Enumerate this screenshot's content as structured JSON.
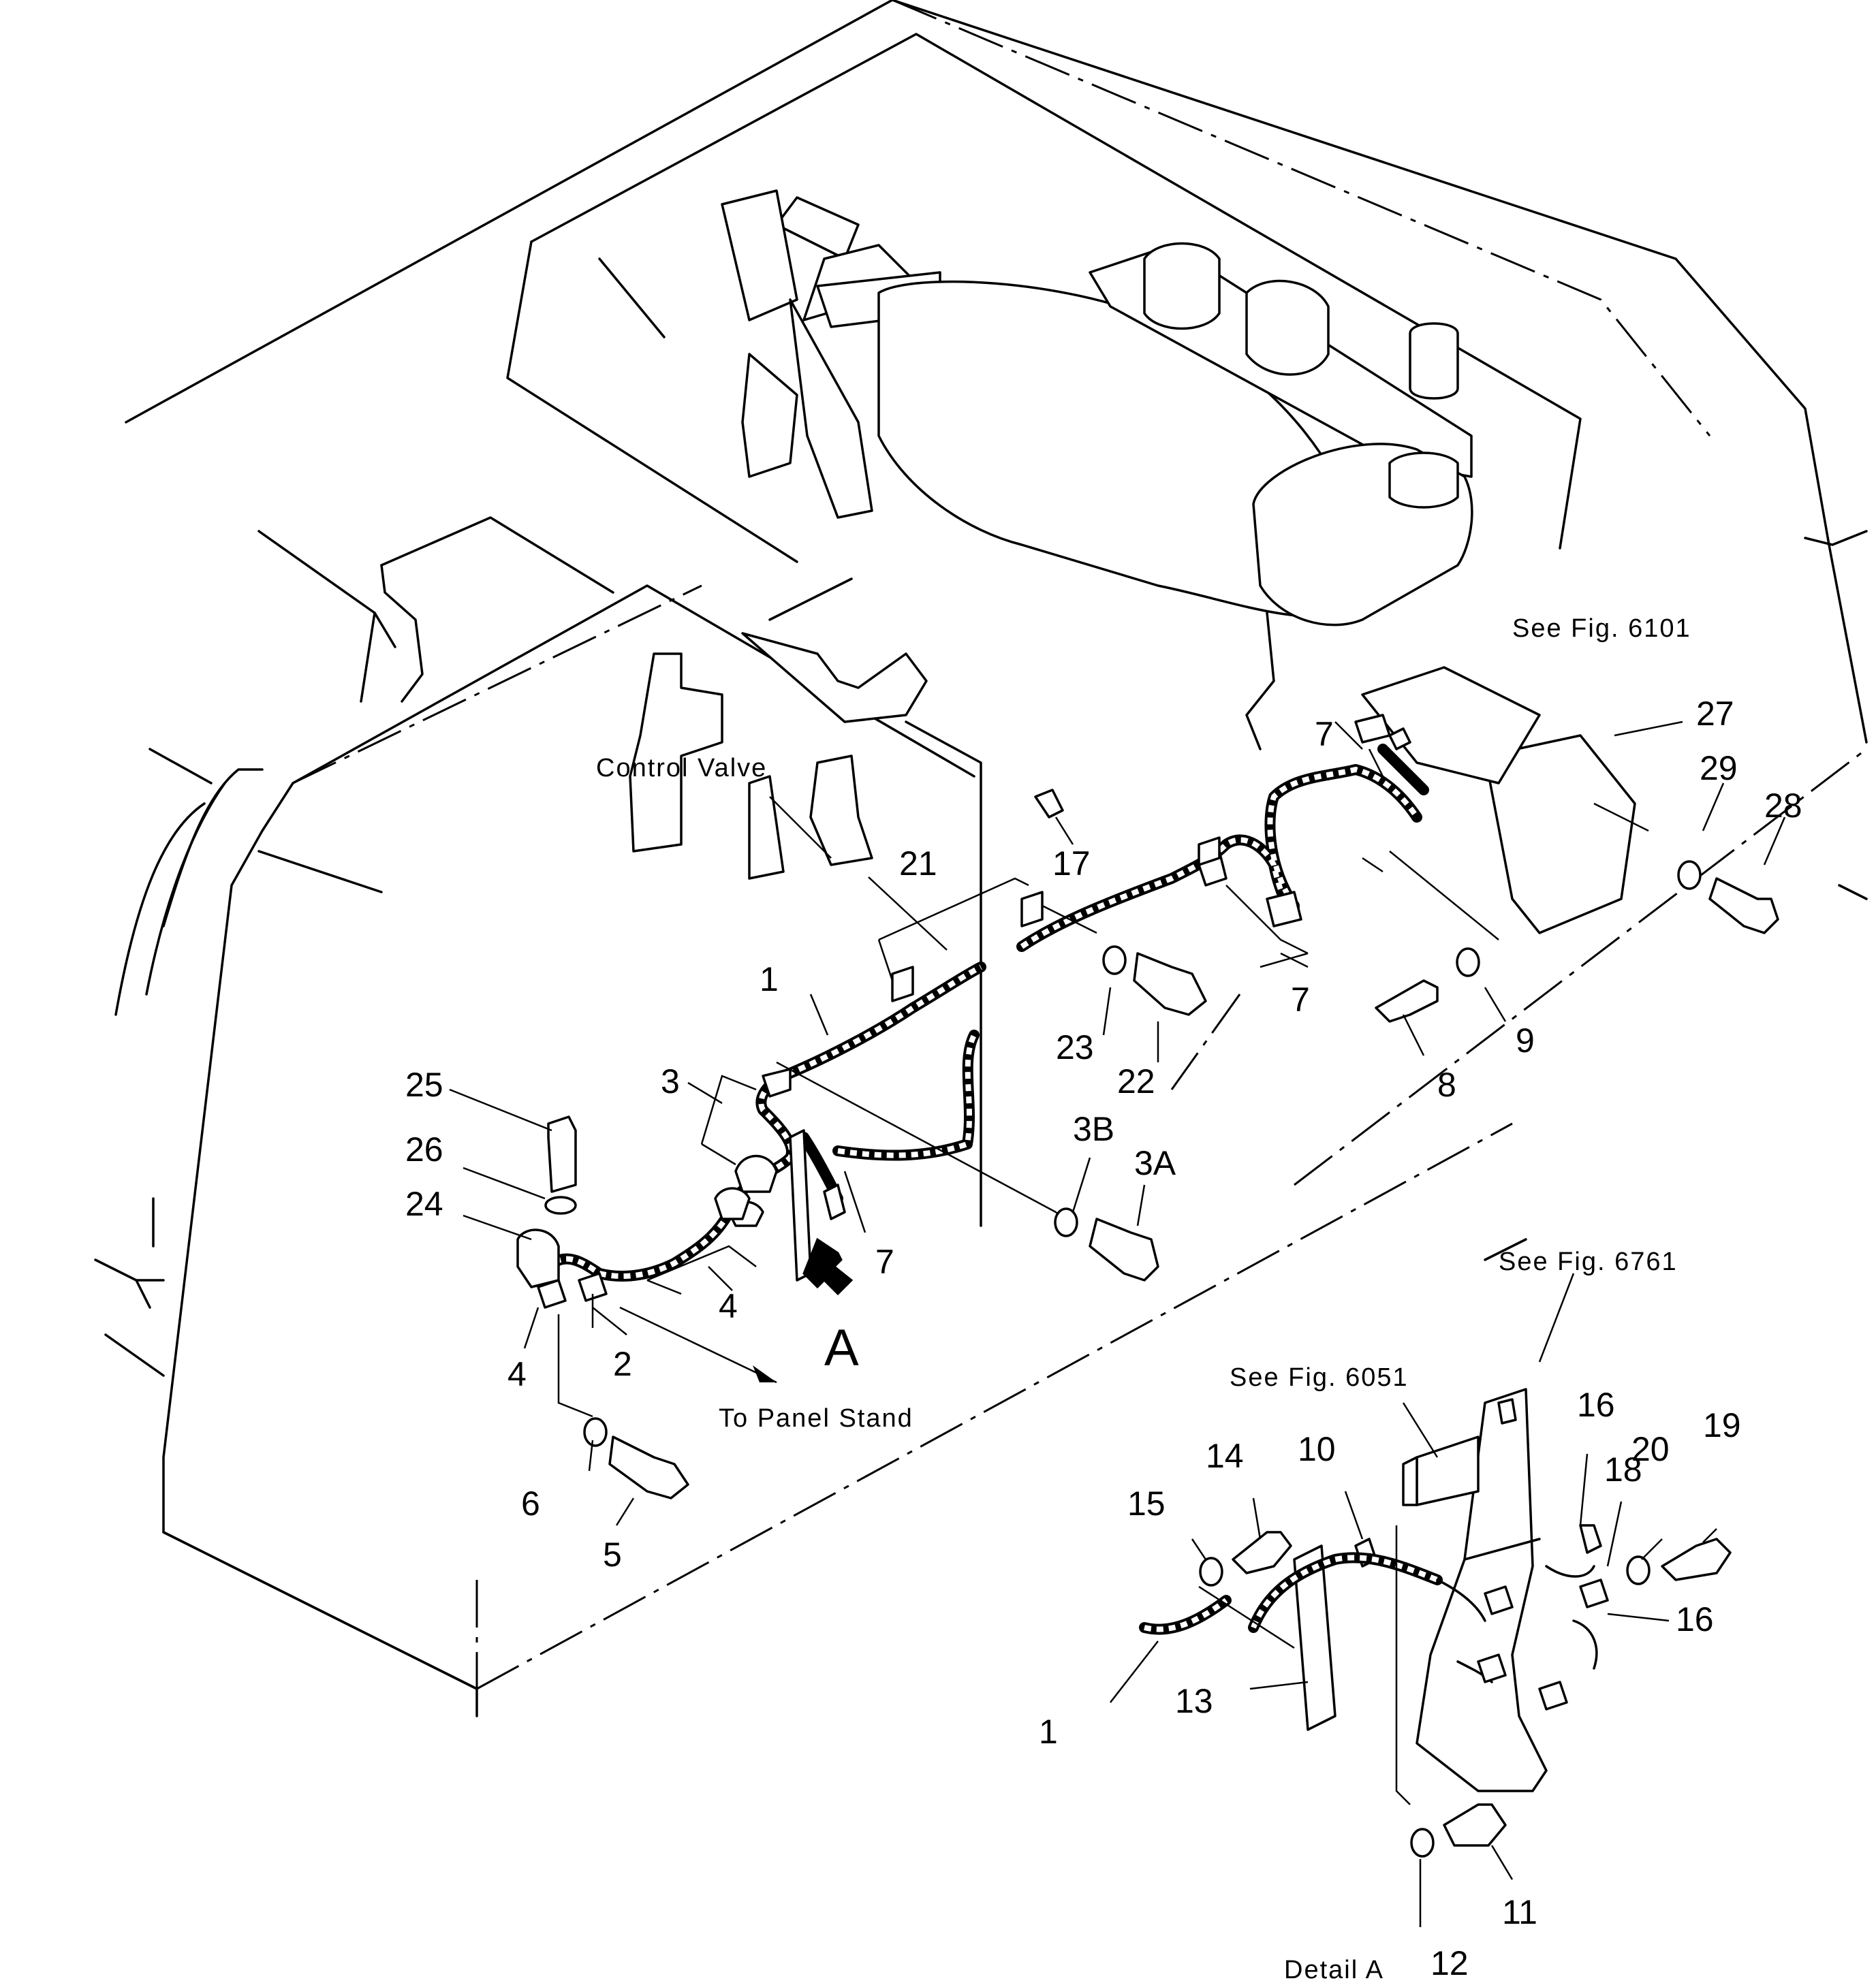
{
  "labels": {
    "l1": "1",
    "l1b": "1",
    "l2": "2",
    "l3": "3",
    "l3a": "3A",
    "l3b": "3B",
    "l4a": "4",
    "l4b": "4",
    "l5": "5",
    "l6": "6",
    "l7a": "7",
    "l7b": "7",
    "l7c": "7",
    "l8": "8",
    "l9": "9",
    "l10": "10",
    "l11": "11",
    "l12": "12",
    "l13": "13",
    "l14": "14",
    "l15": "15",
    "l16a": "16",
    "l16b": "16",
    "l17": "17",
    "l18": "18",
    "l19": "19",
    "l20": "20",
    "l21": "21",
    "l22": "22",
    "l23": "23",
    "l24": "24",
    "l25": "25",
    "l26": "26",
    "l27": "27",
    "l28": "28",
    "l29": "29"
  },
  "notes": {
    "see_fig_6101": "See Fig. 6101",
    "see_fig_6761": "See Fig. 6761",
    "see_fig_6051": "See Fig. 6051",
    "control_valve": "Control Valve",
    "to_panel_stand": "To Panel Stand",
    "view_a": "A",
    "detail_a": "Detail A"
  }
}
